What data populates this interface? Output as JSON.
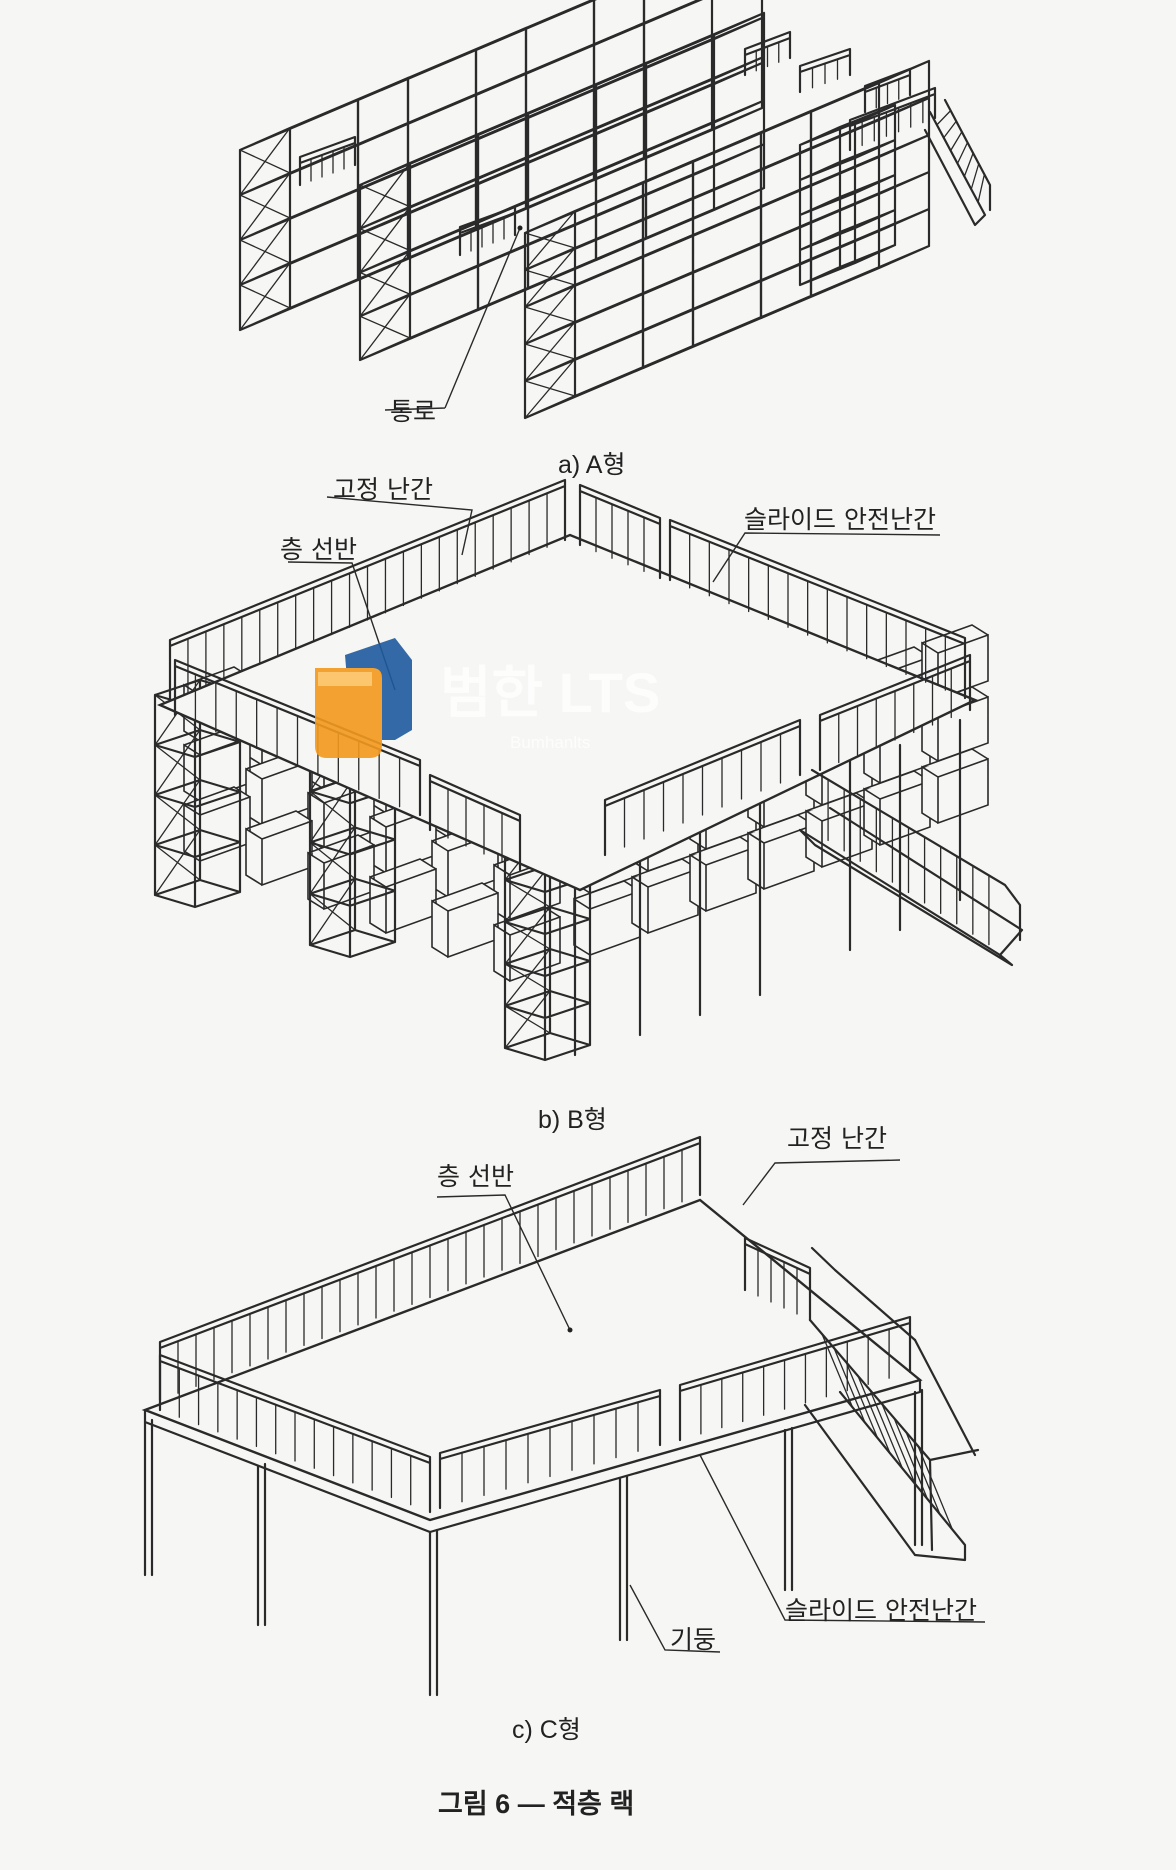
{
  "panels": [
    {
      "caption": "a) A형",
      "labels": {
        "aisle": "통로"
      }
    },
    {
      "caption": "b) B형",
      "labels": {
        "fixed_rail": "고정 난간",
        "floor_shelf": "층 선반",
        "slide_rail": "슬라이드 안전난간"
      }
    },
    {
      "caption": "c) C형",
      "labels": {
        "fixed_rail": "고정 난간",
        "floor_shelf": "층 선반",
        "slide_rail": "슬라이드 안전난간",
        "column": "기둥"
      }
    }
  ],
  "figure_caption": "그림 6 — 적층 랙",
  "watermark": {
    "text": "범한 LTS",
    "sub": "Bumhanlts",
    "colors": {
      "orange": "#f39a1e",
      "blue": "#1f5a9e"
    }
  }
}
